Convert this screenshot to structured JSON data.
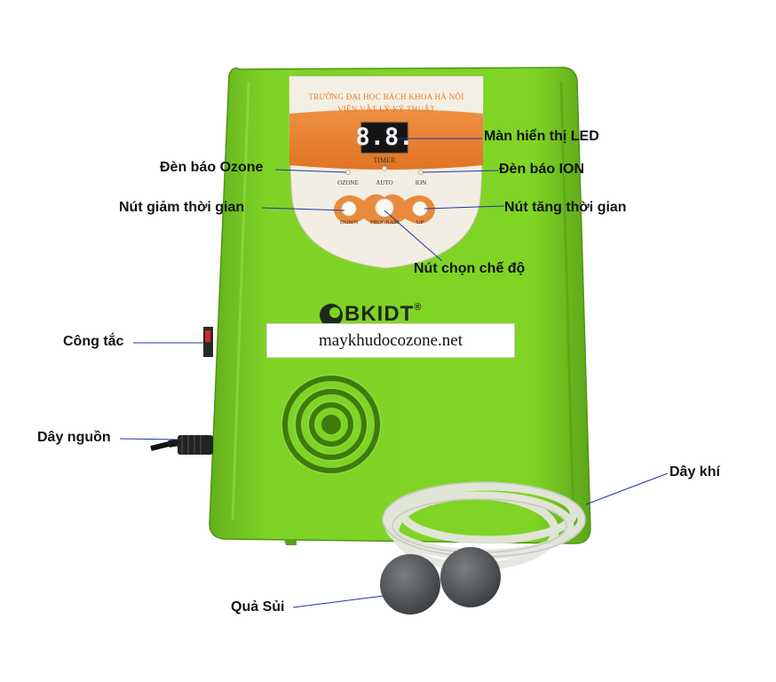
{
  "panel": {
    "institution_line1": "TRƯỜNG ĐẠI HỌC BÁCH KHOA HÀ NỘI",
    "institution_line2": "VIỆN VẬT LÝ KỸ THUẬT",
    "display_digits": "8.8.",
    "timer_label": "TIMER",
    "indicators": [
      "OZONE",
      "AUTO",
      "ION"
    ],
    "buttons": [
      "DOWN",
      "PROGRAM",
      "UP"
    ]
  },
  "brand": {
    "name": "BKIDT",
    "mark": "®"
  },
  "website": "maykhudocozone.net",
  "callouts": {
    "led_display": "Màn hiển thị LED",
    "ozone_light": "Đèn báo Ozone",
    "ion_light": "Đèn báo ION",
    "down_button": "Nút giảm thời gian",
    "up_button": "Nút tăng thời gian",
    "mode_button": "Nút chọn chế độ",
    "power_switch": "Công tắc",
    "power_cord": "Dây nguồn",
    "air_hose": "Dây khí",
    "air_stone": "Quả Sủi"
  },
  "colors": {
    "body_green": "#7ed321",
    "body_dark": "#5fa818",
    "accent_orange": "#e8822e",
    "panel_cream": "#f1ede2",
    "leader_line": "#2233aa"
  }
}
